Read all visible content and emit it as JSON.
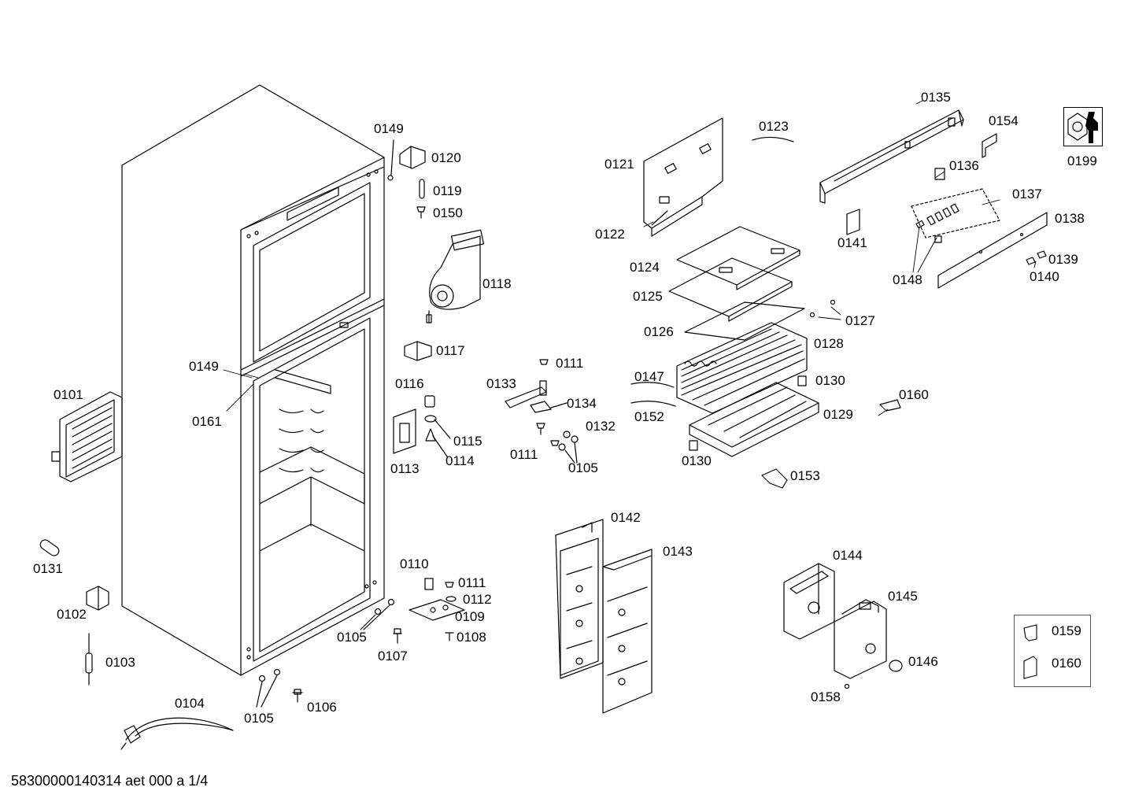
{
  "footer": {
    "document_code": "58300000140314 aet 000 a 1/4"
  },
  "callouts": {
    "p0101": "0101",
    "p0102": "0102",
    "p0103": "0103",
    "p0104": "0104",
    "p0105a": "0105",
    "p0105b": "0105",
    "p0105c": "0105",
    "p0106": "0106",
    "p0107": "0107",
    "p0108": "0108",
    "p0109": "0109",
    "p0110": "0110",
    "p0111a": "0111",
    "p0111b": "0111",
    "p0111c": "0111",
    "p0112": "0112",
    "p0113": "0113",
    "p0114": "0114",
    "p0115": "0115",
    "p0116": "0116",
    "p0117": "0117",
    "p0118": "0118",
    "p0119": "0119",
    "p0120": "0120",
    "p0121": "0121",
    "p0122": "0122",
    "p0123": "0123",
    "p0124": "0124",
    "p0125": "0125",
    "p0126": "0126",
    "p0127": "0127",
    "p0128": "0128",
    "p0129": "0129",
    "p0130a": "0130",
    "p0130b": "0130",
    "p0131": "0131",
    "p0132": "0132",
    "p0133": "0133",
    "p0134": "0134",
    "p0135": "0135",
    "p0136": "0136",
    "p0137": "0137",
    "p0138": "0138",
    "p0139": "0139",
    "p0140": "0140",
    "p0141": "0141",
    "p0142": "0142",
    "p0143": "0143",
    "p0144": "0144",
    "p0145": "0145",
    "p0146": "0146",
    "p0147": "0147",
    "p0148": "0148",
    "p0149a": "0149",
    "p0149b": "0149",
    "p0150": "0150",
    "p0152": "0152",
    "p0153": "0153",
    "p0154": "0154",
    "p0158": "0158",
    "p0159": "0159",
    "p0160a": "0160",
    "p0160b": "0160",
    "p0161": "0161",
    "p0199": "0199"
  },
  "icons": {
    "service": "wrench-nut-icon"
  },
  "colors": {
    "line": "#000000",
    "background": "#ffffff"
  }
}
